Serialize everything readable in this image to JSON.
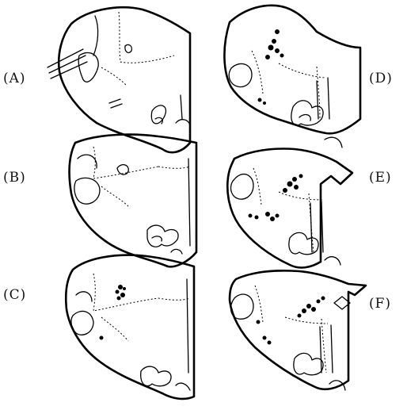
{
  "panels": [
    {
      "id": "A",
      "label": "(A)"
    },
    {
      "id": "B",
      "label": "(B)"
    },
    {
      "id": "C",
      "label": "(C)"
    },
    {
      "id": "D",
      "label": "(D)"
    },
    {
      "id": "E",
      "label": "(E)"
    },
    {
      "id": "F",
      "label": "(F)"
    }
  ]
}
